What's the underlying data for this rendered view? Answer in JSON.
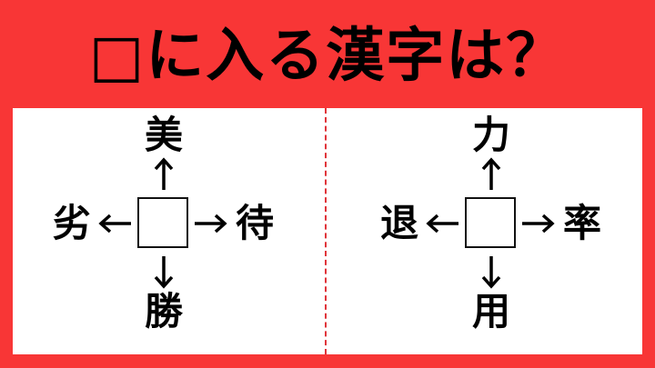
{
  "title": "□に入る漢字は？",
  "colors": {
    "background": "#F83636",
    "panel": "#FFFFFF",
    "divider": "#E0343A",
    "text": "#000000"
  },
  "puzzles": [
    {
      "position": "left",
      "top": "美",
      "left": "劣",
      "right": "待",
      "bottom": "勝",
      "arrows": [
        "up",
        "left",
        "right",
        "down"
      ]
    },
    {
      "position": "right",
      "top": "力",
      "left": "退",
      "right": "率",
      "bottom": "用",
      "arrows": [
        "up",
        "left",
        "right",
        "down"
      ]
    }
  ]
}
